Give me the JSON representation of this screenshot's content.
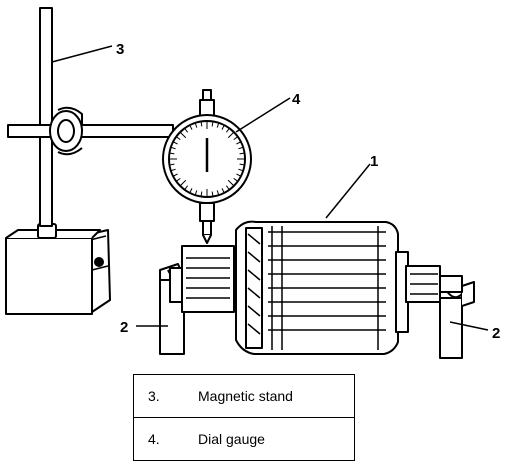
{
  "callouts": {
    "stand_rod": "3",
    "dial_gauge": "4",
    "armature": "1",
    "v_block_left": "2",
    "v_block_right": "2"
  },
  "legend": [
    {
      "number": "3.",
      "text": "Magnetic stand"
    },
    {
      "number": "4.",
      "text": "Dial gauge"
    }
  ],
  "colors": {
    "line": "#000000",
    "background": "#ffffff"
  }
}
